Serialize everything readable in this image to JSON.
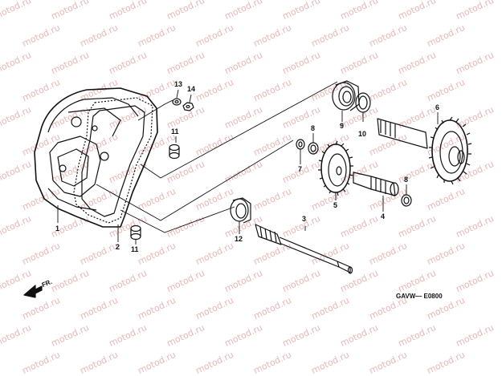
{
  "diagram": {
    "watermark_text": "motod.ru",
    "drawing_code": "GAVW— E0800",
    "front_marker": "FR.",
    "parts": [
      {
        "id": "1",
        "part": "case"
      },
      {
        "id": "2",
        "part": "dowel-pin"
      },
      {
        "id": "3",
        "part": "drive-shaft"
      },
      {
        "id": "4",
        "part": "countershaft"
      },
      {
        "id": "5",
        "part": "countershaft-gear"
      },
      {
        "id": "6",
        "part": "final-gear-shaft"
      },
      {
        "id": "7",
        "part": "washer"
      },
      {
        "id": "8",
        "part": "washer"
      },
      {
        "id": "8",
        "part": "washer"
      },
      {
        "id": "9",
        "part": "bearing"
      },
      {
        "id": "10",
        "part": "oil-seal"
      },
      {
        "id": "11",
        "part": "dowel-pin"
      },
      {
        "id": "11",
        "part": "dowel-pin"
      },
      {
        "id": "12",
        "part": "bearing"
      },
      {
        "id": "13",
        "part": "washer"
      },
      {
        "id": "14",
        "part": "nut"
      }
    ]
  }
}
